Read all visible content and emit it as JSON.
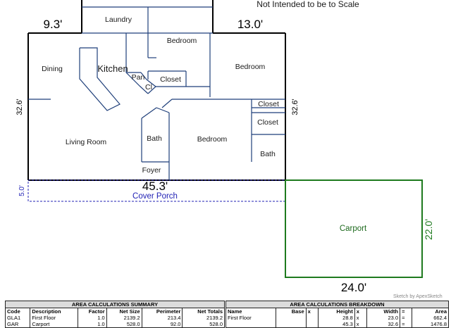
{
  "header": {
    "note": "Not Intended to be to Scale"
  },
  "rooms": {
    "laundry": "Laundry",
    "bedroom_top": "Bedroom",
    "bedroom_right": "Bedroom",
    "dining": "Dining",
    "kitchen": "Kitchen",
    "pan": "Pan",
    "cl": "Cl",
    "closet_center": "Closet",
    "closet_right_1": "Closet",
    "closet_right_2": "Closet",
    "bath_center": "Bath",
    "bath_right": "Bath",
    "bedroom_center": "Bedroom",
    "living_room": "Living Room",
    "foyer": "Foyer",
    "cover_porch": "Cover Porch",
    "carport": "Carport"
  },
  "dimensions": {
    "top_left": "9.3'",
    "top_right": "13.0'",
    "left_side": "32.6'",
    "right_side": "32.6'",
    "bottom_main": "45.3'",
    "porch_side": "5.0'",
    "carport_side": "22.0'",
    "carport_bottom": "24.0'"
  },
  "colors": {
    "wall": "#000000",
    "interior": "#1f3f7a",
    "porch": "#2121b5",
    "carport": "#1e7a1e"
  },
  "credit": "Sketch by ApexSketch",
  "summary": {
    "title": "AREA CALCULATIONS SUMMARY",
    "columns": [
      "Code",
      "Description",
      "Factor",
      "Net Size",
      "Perimeter",
      "Net Totals"
    ],
    "rows": [
      [
        "GLA1",
        "First Floor",
        "1.0",
        "2139.2",
        "213.4",
        "2139.2"
      ],
      [
        "GAR",
        "Carport",
        "1.0",
        "528.0",
        "92.0",
        "528.0"
      ]
    ]
  },
  "breakdown": {
    "title": "AREA CALCULATIONS BREAKDOWN",
    "columns": [
      "Name",
      "Base",
      "x",
      "Height",
      "x",
      "Width",
      "=",
      "Area"
    ],
    "rows": [
      [
        "First Floor",
        "",
        "",
        "28.8",
        "x",
        "23.0",
        "=",
        "662.4"
      ],
      [
        "",
        "",
        "",
        "45.3",
        "x",
        "32.6",
        "=",
        "1476.8"
      ]
    ]
  }
}
